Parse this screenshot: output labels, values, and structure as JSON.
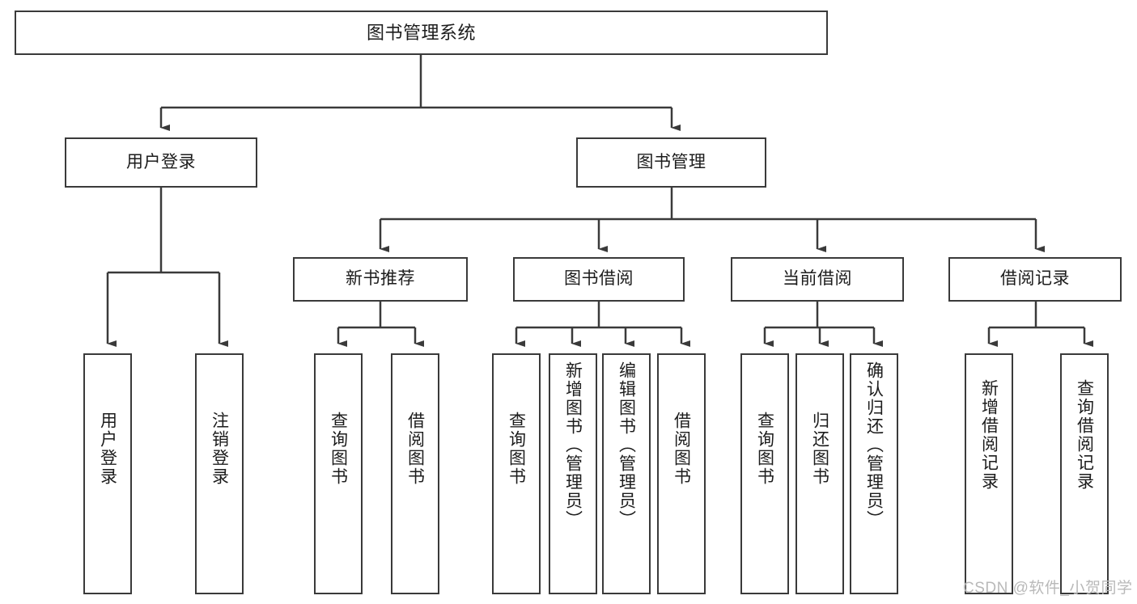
{
  "diagram": {
    "title": "图书管理系统",
    "type": "tree-hierarchy-diagram",
    "colors": {
      "stroke": "#3a3a3a",
      "fill": "#ffffff",
      "text": "#1c1c1c",
      "watermark": "#b9b9b9"
    },
    "root": {
      "label": "图书管理系统"
    },
    "level2": [
      {
        "label": "用户登录"
      },
      {
        "label": "图书管理"
      }
    ],
    "level3": [
      {
        "label": "新书推荐"
      },
      {
        "label": "图书借阅"
      },
      {
        "label": "当前借阅"
      },
      {
        "label": "借阅记录"
      }
    ],
    "leaves": {
      "user_login": [
        {
          "label": "用户登录"
        },
        {
          "label": "注销登录"
        }
      ],
      "new_book_recommend": [
        {
          "label": "查询图书"
        },
        {
          "label": "借阅图书"
        }
      ],
      "book_borrow": [
        {
          "label": "查询图书"
        },
        {
          "label": "新增图书（管理员）"
        },
        {
          "label": "编辑图书（管理员）"
        },
        {
          "label": "借阅图书"
        }
      ],
      "current_borrow": [
        {
          "label": "查询图书"
        },
        {
          "label": "归还图书"
        },
        {
          "label": "确认归还（管理员）"
        }
      ],
      "borrow_record": [
        {
          "label": "新增借阅记录"
        },
        {
          "label": "查询借阅记录"
        }
      ]
    },
    "watermark": "CSDN @软件_小贺同学"
  }
}
